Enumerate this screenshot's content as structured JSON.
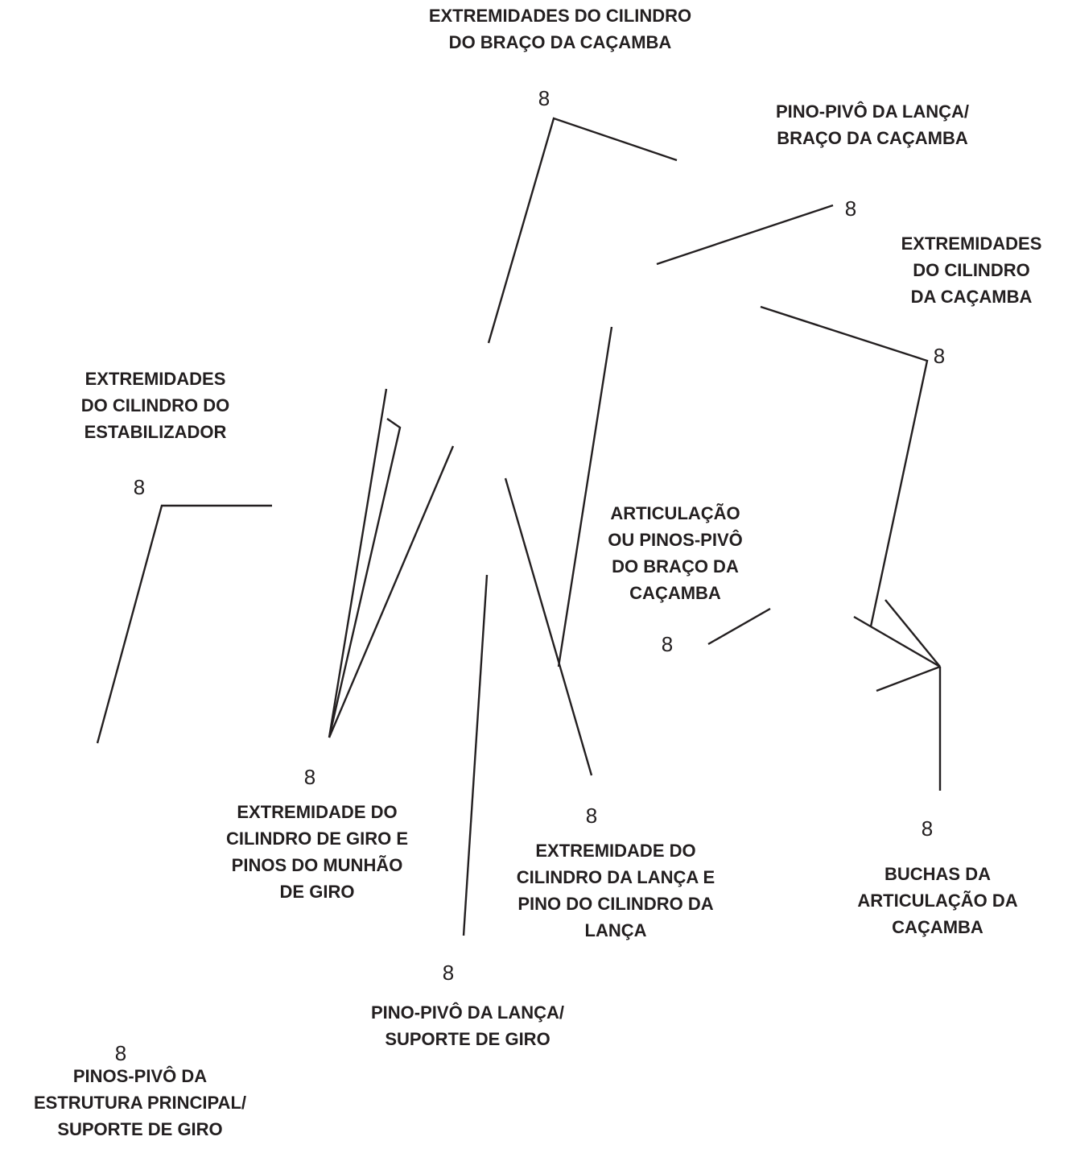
{
  "callouts": [
    {
      "id": "bucket-arm-cylinder-ends",
      "label": "EXTREMIDADES DO CILINDRO\nDO BRAÇO DA CAÇAMBA",
      "interval": "8"
    },
    {
      "id": "boom-bucket-arm-pivot-pin",
      "label": "PINO-PIVÔ DA LANÇA/\nBRAÇO DA CAÇAMBA",
      "interval": "8"
    },
    {
      "id": "bucket-cylinder-ends",
      "label": "EXTREMIDADES\nDO CILINDRO\nDA CAÇAMBA",
      "interval": "8"
    },
    {
      "id": "stabilizer-cylinder-ends",
      "label": "EXTREMIDADES\nDO CILINDRO DO\nESTABILIZADOR",
      "interval": "8"
    },
    {
      "id": "bucket-arm-linkage-pivots",
      "label": "ARTICULAÇÃO\nOU PINOS-PIVÔ\nDO BRAÇO DA\nCAÇAMBA",
      "interval": "8"
    },
    {
      "id": "swing-cylinder-end-trunnion",
      "label": "EXTREMIDADE DO\nCILINDRO DE GIRO E\nPINOS DO MUNHÃO\nDE GIRO",
      "interval": "8"
    },
    {
      "id": "boom-cylinder-end-pin",
      "label": "EXTREMIDADE DO\nCILINDRO DA LANÇA E\nPINO DO CILINDRO DA\nLANÇA",
      "interval": "8"
    },
    {
      "id": "bucket-linkage-bushings",
      "label": "BUCHAS DA\nARTICULAÇÃO DA\nCAÇAMBA",
      "interval": "8"
    },
    {
      "id": "boom-swing-support-pivot-pin",
      "label": "PINO-PIVÔ DA LANÇA/\nSUPORTE DE GIRO",
      "interval": "8"
    },
    {
      "id": "main-frame-swing-support-pivots",
      "label": "PINOS-PIVÔ DA\nESTRUTURA PRINCIPAL/\nSUPORTE DE GIRO",
      "interval": "8"
    }
  ]
}
